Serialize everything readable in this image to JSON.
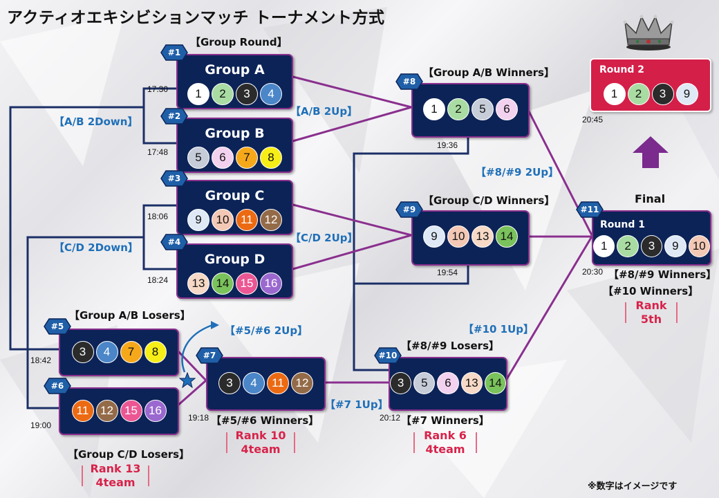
{
  "title": "アクティオエキシビションマッチ トーナメント方式",
  "note": "※数字はイメージです",
  "colors": {
    "box_fill": "#0c2357",
    "box_border": "#8a2f8e",
    "line_navy": "#1b2f66",
    "line_purple": "#8a2f8e",
    "label_blue": "#1f6fb8",
    "rank_red": "#d8234a",
    "round2_fill": "#d41f49",
    "arrow_purple": "#7b2a8d"
  },
  "team_colors": {
    "1": "#ffffff",
    "2": "#a9dca2",
    "3": "#2b2b2b",
    "4": "#4a86c8",
    "5": "#c6ccd8",
    "6": "#f3d2ef",
    "7": "#f6a81b",
    "8": "#f7ee17",
    "9": "#dfe9f6",
    "10": "#f3c8b4",
    "11": "#ec6a12",
    "12": "#946b48",
    "13": "#f6d9c6",
    "14": "#7ac25b",
    "15": "#eb5693",
    "16": "#9a68cf"
  },
  "section_headers": {
    "group_round": "【Group Round】",
    "ab_winners": "【Group A/B Winners】",
    "cd_winners": "【Group C/D Winners】",
    "ab_losers": "【Group A/B Losers】",
    "cd_losers": "【Group C/D Losers】",
    "m89_losers": "【#8/#9 Losers】",
    "m56_winners": "【#5/#6 Winners】",
    "m7_winners": "【#7 Winners】",
    "m89_winners": "【#8/#9 Winners】",
    "m10_winners": "【#10 Winners】",
    "final": "Final"
  },
  "advance_labels": {
    "ab_2down": "【A/B 2Down】",
    "ab_2up": "【A/B 2Up】",
    "cd_2down": "【C/D 2Down】",
    "cd_2up": "【C/D 2Up】",
    "m89_2up": "【#8/#9 2Up】",
    "m56_2up": "【#5/#6 2Up】",
    "m7_1up": "【#7 1Up】",
    "m10_1up": "【#10 1Up】"
  },
  "ranks": {
    "rank13": {
      "line1": "Rank 13",
      "line2": "4team"
    },
    "rank10": {
      "line1": "Rank 10",
      "line2": "4team"
    },
    "rank6": {
      "line1": "Rank 6",
      "line2": "4team"
    },
    "rank5": {
      "line1": "Rank",
      "line2": "5th"
    }
  },
  "matches": [
    {
      "id": "m1",
      "num": "#1",
      "name": "Group A",
      "time": "17:30",
      "teams": [
        "1",
        "2",
        "3",
        "4"
      ]
    },
    {
      "id": "m2",
      "num": "#2",
      "name": "Group B",
      "time": "17:48",
      "teams": [
        "5",
        "6",
        "7",
        "8"
      ]
    },
    {
      "id": "m3",
      "num": "#3",
      "name": "Group C",
      "time": "18:06",
      "teams": [
        "9",
        "10",
        "11",
        "12"
      ]
    },
    {
      "id": "m4",
      "num": "#4",
      "name": "Group D",
      "time": "18:24",
      "teams": [
        "13",
        "14",
        "15",
        "16"
      ]
    },
    {
      "id": "m5",
      "num": "#5",
      "name": "",
      "time": "18:42",
      "teams": [
        "3",
        "4",
        "7",
        "8"
      ]
    },
    {
      "id": "m6",
      "num": "#6",
      "name": "",
      "time": "19:00",
      "teams": [
        "11",
        "12",
        "15",
        "16"
      ]
    },
    {
      "id": "m7",
      "num": "#7",
      "name": "",
      "time": "19:18",
      "teams": [
        "3",
        "4",
        "11",
        "12"
      ]
    },
    {
      "id": "m8",
      "num": "#8",
      "name": "",
      "time": "19:36",
      "teams": [
        "1",
        "2",
        "5",
        "6"
      ]
    },
    {
      "id": "m9",
      "num": "#9",
      "name": "",
      "time": "19:54",
      "teams": [
        "9",
        "10",
        "13",
        "14"
      ]
    },
    {
      "id": "m10",
      "num": "#10",
      "name": "",
      "time": "20:12",
      "teams": [
        "3",
        "5",
        "6",
        "13",
        "14"
      ]
    },
    {
      "id": "m11",
      "num": "#11",
      "name": "",
      "round": "Round 1",
      "time": "20:30",
      "teams": [
        "1",
        "2",
        "3",
        "9",
        "10"
      ]
    }
  ],
  "round2": {
    "label": "Round 2",
    "time": "20:45",
    "teams": [
      "1",
      "2",
      "3",
      "9"
    ]
  },
  "icons": {
    "crown": "crown-icon",
    "up_arrow": "up-arrow-icon",
    "star": "star-icon",
    "curve_arrow": "curved-arrow-icon"
  }
}
